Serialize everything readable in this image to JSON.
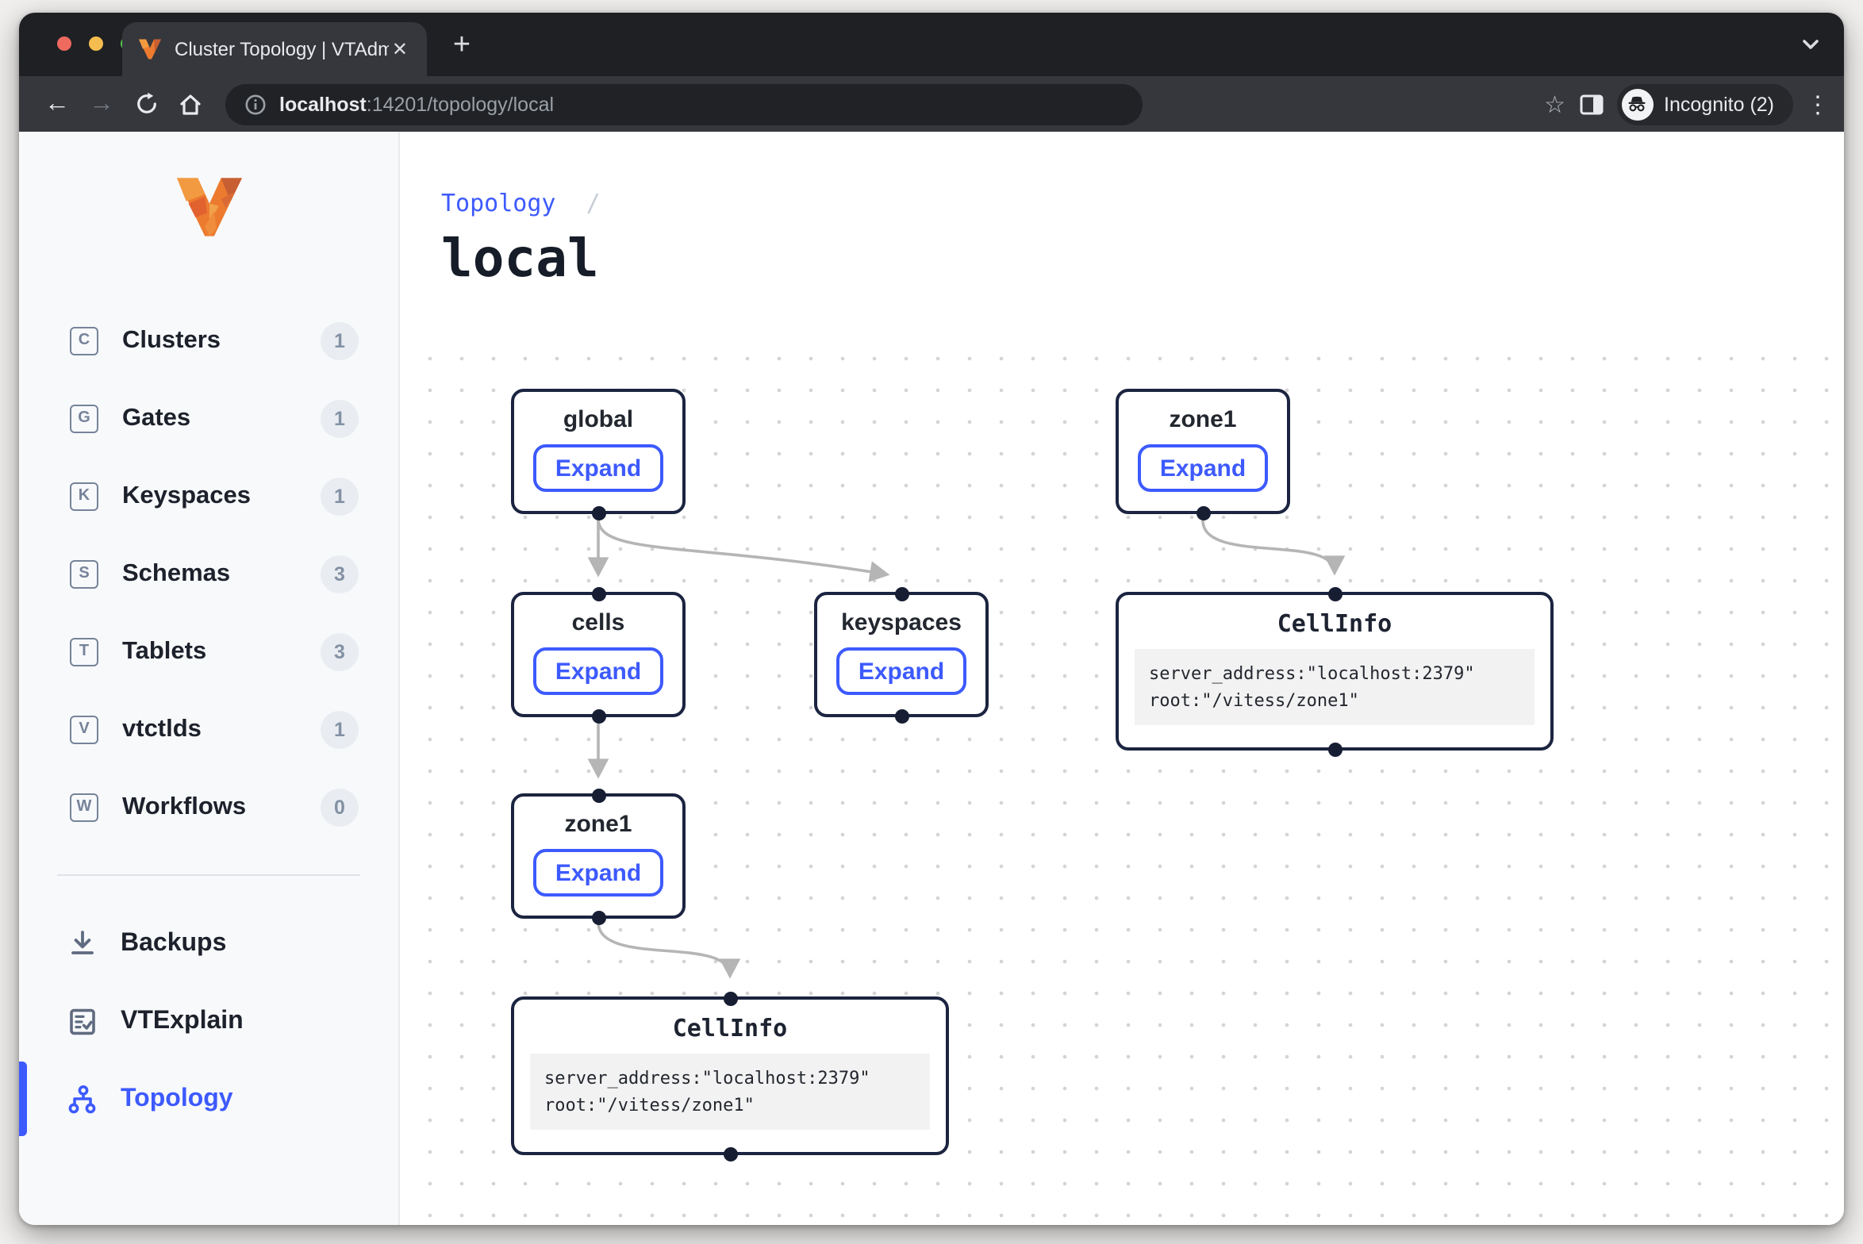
{
  "browser": {
    "tab_title": "Cluster Topology | VTAdmin",
    "tab_close": "✕",
    "new_tab": "+",
    "back": "←",
    "forward": "→",
    "url_host": "localhost",
    "url_rest": ":14201/topology/local",
    "star": "☆",
    "incognito_label": "Incognito (2)",
    "menu": "⋮"
  },
  "sidebar": {
    "items": [
      {
        "letter": "C",
        "label": "Clusters",
        "count": "1"
      },
      {
        "letter": "G",
        "label": "Gates",
        "count": "1"
      },
      {
        "letter": "K",
        "label": "Keyspaces",
        "count": "1"
      },
      {
        "letter": "S",
        "label": "Schemas",
        "count": "3"
      },
      {
        "letter": "T",
        "label": "Tablets",
        "count": "3"
      },
      {
        "letter": "V",
        "label": "vtctlds",
        "count": "1"
      },
      {
        "letter": "W",
        "label": "Workflows",
        "count": "0"
      }
    ],
    "tools": [
      {
        "label": "Backups"
      },
      {
        "label": "VTExplain"
      },
      {
        "label": "Topology"
      }
    ]
  },
  "main": {
    "breadcrumb_link": "Topology",
    "breadcrumb_sep": "/",
    "title": "local",
    "nodes": {
      "global": {
        "title": "global",
        "button": "Expand"
      },
      "zone1_top": {
        "title": "zone1",
        "button": "Expand"
      },
      "cells": {
        "title": "cells",
        "button": "Expand"
      },
      "keyspaces": {
        "title": "keyspaces",
        "button": "Expand"
      },
      "zone1_bottom": {
        "title": "zone1",
        "button": "Expand"
      },
      "cellinfo_right": {
        "title": "CellInfo",
        "code": "server_address:\"localhost:2379\"\nroot:\"/vitess/zone1\""
      },
      "cellinfo_bottom": {
        "title": "CellInfo",
        "code": "server_address:\"localhost:2379\"\nroot:\"/vitess/zone1\""
      }
    }
  },
  "colors": {
    "accent": "#3d5afe",
    "node_border": "#1b2440",
    "edge": "#b5b5b5",
    "sidebar_bg": "#f8f9fb",
    "chrome_dark": "#1e2024",
    "chrome_toolbar": "#35373c"
  }
}
